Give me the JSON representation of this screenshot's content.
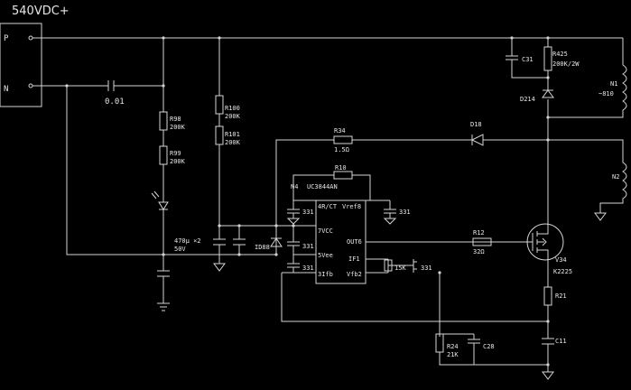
{
  "title": "540VDC+",
  "terminals": {
    "p": "P",
    "n": "N"
  },
  "components": {
    "c_input": "0.01",
    "r98": "R98",
    "r98_val": "200K",
    "r99": "R99",
    "r99_val": "200K",
    "r100": "R100",
    "r100_val": "200K",
    "r101": "R101",
    "r101_val": "200K",
    "c_bulk": "470μ ×2",
    "c_bulk_v": "50V",
    "zener": "ID88",
    "r34": "R34",
    "r34_val": "1.5Ω",
    "d18": "D18",
    "r10": "R10",
    "ic_ref": "N4",
    "ic_name": "UC3844AN",
    "ic_pin_rtct": "4R/CT",
    "ic_pin_vref": "Vref8",
    "ic_pin_vcc": "7VCC",
    "ic_pin_gnd": "5Vee",
    "ic_pin_out": "OUT6",
    "ic_pin_if": "IF1",
    "ic_pin_fb": "3Ifb",
    "ic_pin_vfb": "Vfb2",
    "c331": "331",
    "r15k": "15K",
    "r12": "R12",
    "r12_val": "32Ω",
    "mosfet": "V34",
    "mosfet_val": "K2225",
    "r21": "R21",
    "r24": "R24",
    "r24_val": "21K",
    "c28": "C28",
    "c11": "C11",
    "c31": "C31",
    "r425": "R425",
    "r425_val": "200K/2W",
    "d214": "D214",
    "n1": "N1",
    "n1_val": "~810",
    "n2": "N2"
  }
}
